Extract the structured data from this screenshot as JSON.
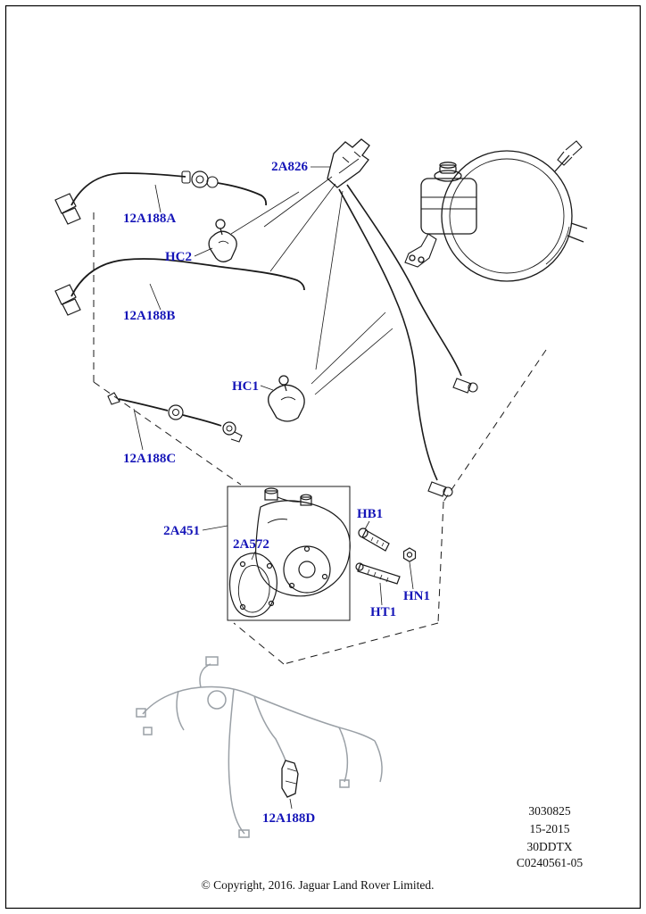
{
  "diagram": {
    "callouts": {
      "clip_2a826": "2A826",
      "hose_a": "12A188A",
      "clip_hc2": "HC2",
      "hose_b": "12A188B",
      "clip_hc1": "HC1",
      "hose_c": "12A188C",
      "pump": "2A451",
      "gasket": "2A572",
      "bolt_hb1": "HB1",
      "stud_ht1": "HT1",
      "nut_hn1": "HN1",
      "connector_d": "12A188D"
    },
    "ref_block": {
      "line1": "3030825",
      "line2": "15-2015",
      "line3": "30DDTX",
      "line4": "C0240561-05"
    },
    "copyright": "© Copyright, 2016. Jaguar Land Rover Limited.",
    "colors": {
      "callout_blue": "#1515b8",
      "line_black": "#1a1a1a",
      "harness_gray": "#9aa0a6"
    }
  }
}
